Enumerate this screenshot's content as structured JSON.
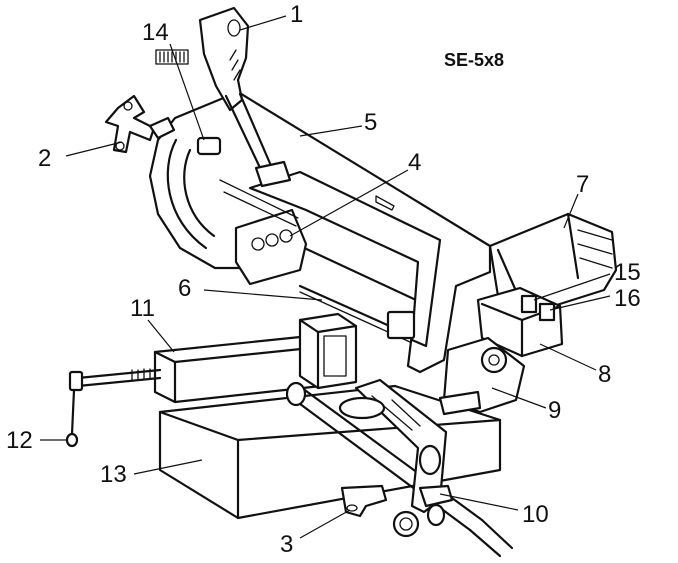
{
  "model_label": "SE-5x8",
  "callouts": [
    {
      "id": "1",
      "text": "1"
    },
    {
      "id": "2",
      "text": "2"
    },
    {
      "id": "3",
      "text": "3"
    },
    {
      "id": "4",
      "text": "4"
    },
    {
      "id": "5",
      "text": "5"
    },
    {
      "id": "6",
      "text": "6"
    },
    {
      "id": "7",
      "text": "7"
    },
    {
      "id": "8",
      "text": "8"
    },
    {
      "id": "9",
      "text": "9"
    },
    {
      "id": "10",
      "text": "10"
    },
    {
      "id": "11",
      "text": "11"
    },
    {
      "id": "12",
      "text": "12"
    },
    {
      "id": "13",
      "text": "13"
    },
    {
      "id": "14",
      "text": "14"
    },
    {
      "id": "15",
      "text": "15"
    },
    {
      "id": "16",
      "text": "16"
    }
  ],
  "colors": {
    "line": "#111111",
    "background": "#ffffff"
  }
}
